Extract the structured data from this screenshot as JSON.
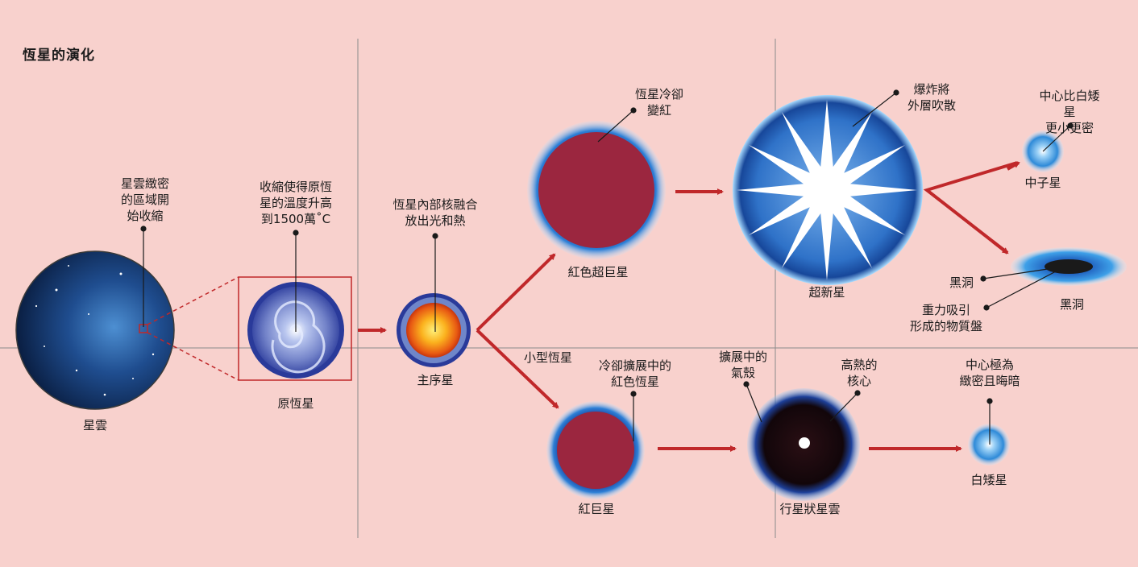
{
  "title": "恆星的演化",
  "objects": {
    "nebula": "星雲",
    "protostar": "原恆星",
    "main_sequence": "主序星",
    "red_supergiant": "紅色超巨星",
    "supernova": "超新星",
    "neutron_star": "中子星",
    "black_hole": "黑洞",
    "red_giant": "紅巨星",
    "planetary_nebula": "行星狀星雲",
    "white_dwarf": "白矮星"
  },
  "branches": {
    "small_star": "小型恆星"
  },
  "annotations": {
    "nebula_dense": "星雲緻密\n的區域開\n始收縮",
    "protostar_temp": "收縮使得原恆\n星的溫度升高\n到1500萬˚C",
    "fusion": "恆星內部核融合\n放出光和熱",
    "cool_red": "恆星冷卻\n變紅",
    "explode": "爆炸將\n外層吹散",
    "neutron_dense": "中心比白矮星\n更小更密",
    "black_hole_center": "黑洞",
    "accretion_disk": "重力吸引\n形成的物質盤",
    "expanding_red": "冷卻擴展中的\n紅色恆星",
    "expanding_shell": "擴展中的\n氣殼",
    "hot_core": "高熱的\n核心",
    "white_dwarf_center": "中心極為\n緻密且晦暗"
  },
  "colors": {
    "background": "#f8d1cd",
    "arrow": "#c0282a",
    "red_star": "#9b263f",
    "blue_rim": "#1b3f9c",
    "divider": "#8a8a8a"
  }
}
